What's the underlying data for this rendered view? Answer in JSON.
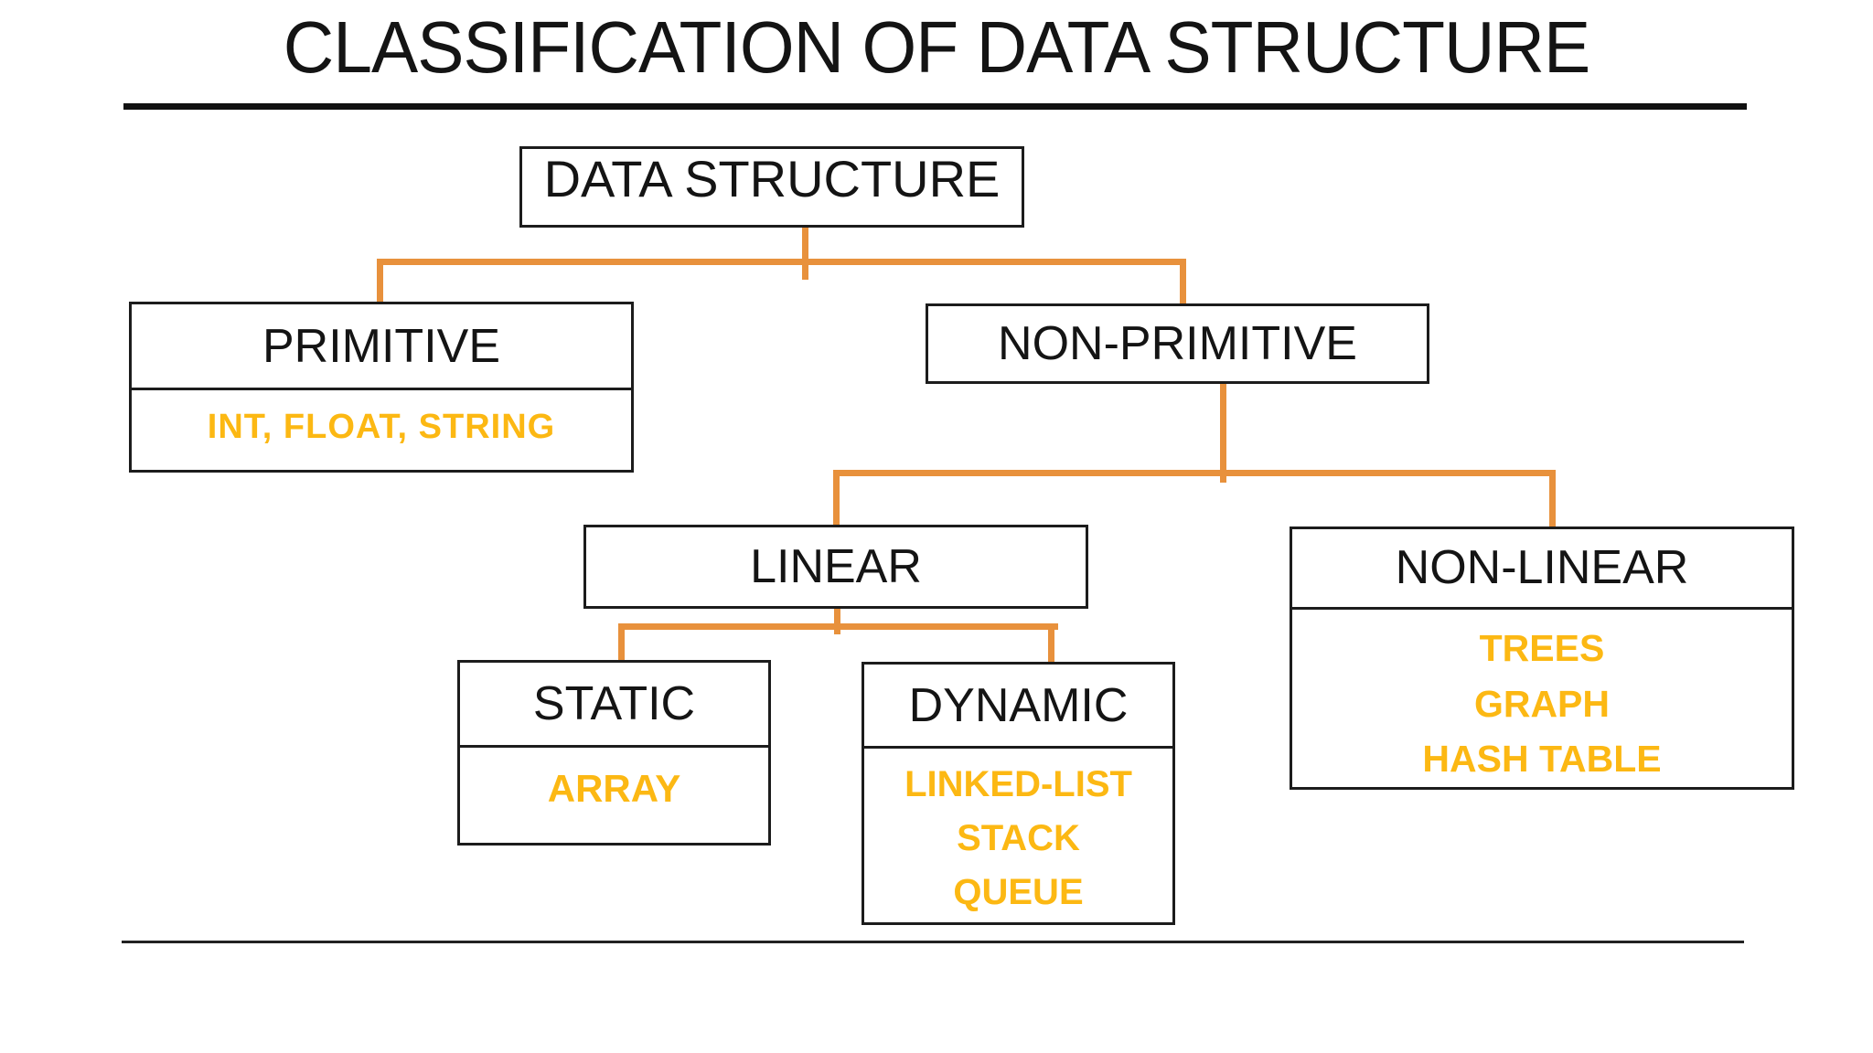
{
  "title": "CLASSIFICATION OF DATA STRUCTURE",
  "colors": {
    "connector_orange": "#E8913C",
    "highlight_yellow": "#FCB813",
    "line_black": "#1C1C1C"
  },
  "tree": {
    "root": {
      "label": "DATA STRUCTURE"
    },
    "primitive": {
      "label": "PRIMITIVE",
      "examples": "INT, FLOAT, STRING"
    },
    "non_primitive": {
      "label": "NON-PRIMITIVE"
    },
    "linear": {
      "label": "LINEAR"
    },
    "non_linear": {
      "label": "NON-LINEAR",
      "examples": "TREES\nGRAPH\nHASH TABLE"
    },
    "static": {
      "label": "STATIC",
      "examples": "ARRAY"
    },
    "dynamic": {
      "label": "DYNAMIC",
      "examples": "LINKED-LIST\nSTACK\nQUEUE"
    }
  }
}
